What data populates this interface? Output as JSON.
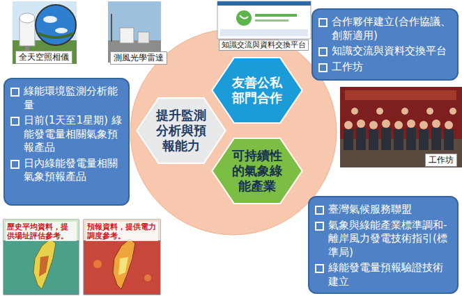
{
  "diagram": {
    "nodes": [
      {
        "text": [
          "合作夥伴建立(合作協議、創新適用)",
          "知識交流與資料交換平台",
          "工作坊"
        ]
      },
      {
        "text": [
          "綠能環境監測分析能量",
          "日前(1天至1星期) 綠能發電量相關氣象預報產品",
          "日內綠能發電量相關氣象預報產品"
        ]
      },
      {
        "text": [
          "友善公私部門合作"
        ]
      },
      {
        "text": [
          "提升監測分析與預報能力"
        ]
      },
      {
        "text": [
          "可持續性的氣象綠能產業"
        ]
      },
      {
        "text": [
          "臺灣氣候服務聯盟",
          "氣象與綠能產業標準調和-離岸風力發電技術指引(標準局)",
          "綠能發電量預報驗證技術建立"
        ]
      }
    ],
    "labels": [
      "全天空照相儀",
      "測風光學雷達",
      "知識交流與資料交換平台",
      "工作坊",
      "歷史平均資料，提供場址評估參考。",
      "預報資料，提供電力調度參考。"
    ]
  }
}
